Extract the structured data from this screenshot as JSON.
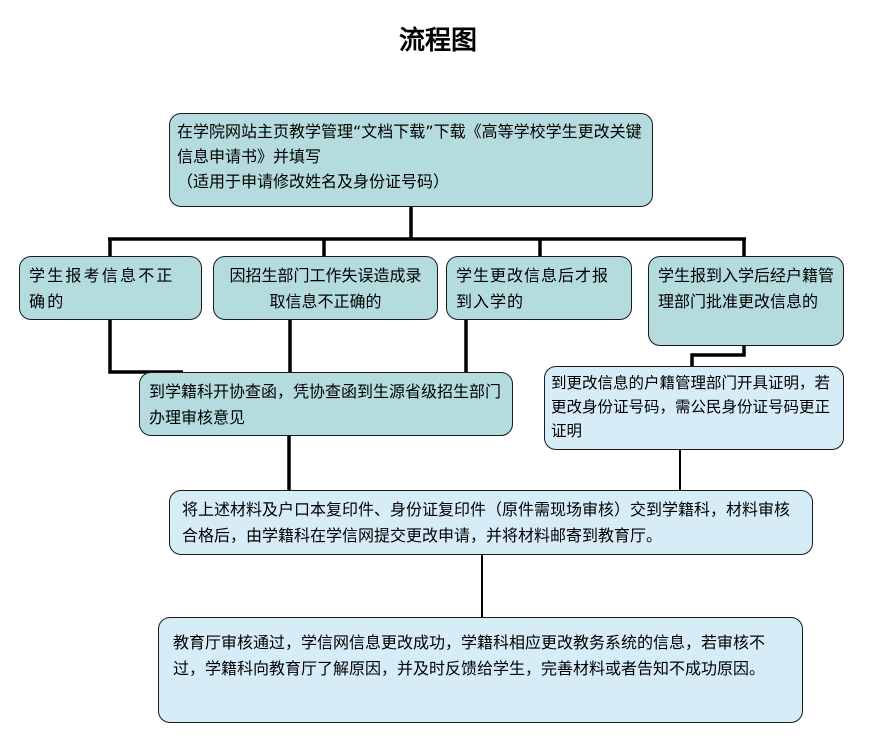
{
  "title": "流程图",
  "steps": {
    "download": "在学院网站主页教学管理“文档下载”下载《高等学校学生更改关键信息申请书》并填写\n（适用于申请修改姓名及身份证号码）",
    "case1": "学生报考信息不正确的",
    "case2": "因招生部门工作失误造成录取信息不正确的",
    "case3": "学生更改信息后才报到入学的",
    "case4": "学生报到入学后经户籍管理部门批准更改信息的",
    "investigation": "到学籍科开协查函，凭协查函到生源省级招生部门办理审核意见",
    "certificate": "到更改信息的户籍管理部门开具证明，若更改身份证号码，需公民身份证号码更正证明",
    "submit": "将上述材料及户口本复印件、身份证复印件（原件需现场审核）交到学籍科，材料审核合格后，由学籍科在学信网提交更改申请，并将材料邮寄到教育厅。",
    "result": "教育厅审核通过，学信网信息更改成功，学籍科相应更改教务系统的信息，若审核不过，学籍科向教育厅了解原因，并及时反馈给学生，完善材料或者告知不成功原因。"
  },
  "colors": {
    "box_teal": "#b4dcde",
    "box_blue": "#d6ecf7",
    "line": "#000000"
  }
}
